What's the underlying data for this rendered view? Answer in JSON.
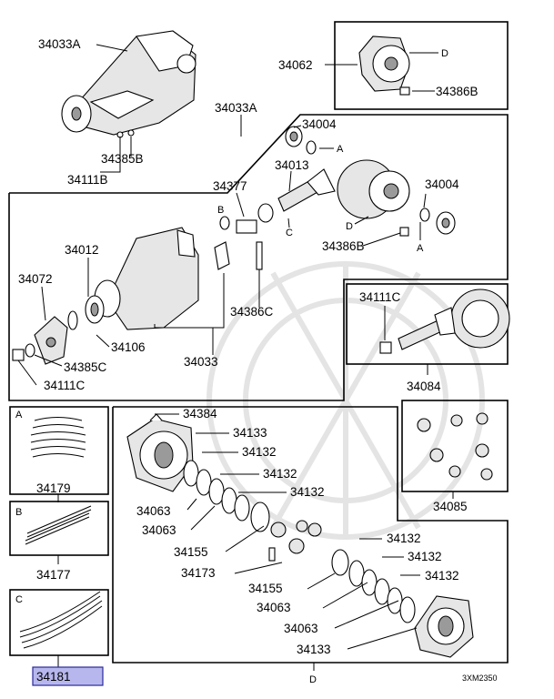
{
  "labels": {
    "carrier_top": "34033A",
    "cover": "34062",
    "bolt_cover": "34386B",
    "nut_top": "34385B",
    "plug_top": "34111B",
    "section_main": "34033A",
    "bearing_r": "34004",
    "bearing_r_ref": "A",
    "pinion": "34013",
    "seal_pin": "34377",
    "ref_b": "B",
    "ref_c": "C",
    "ref_d_main": "D",
    "ring_brg": "34004",
    "ref_a_lower": "A",
    "bolt_main": "34386B",
    "case_main": "34012",
    "oil_seal": "34072",
    "race": "34106",
    "bolt_case": "34386C",
    "carrier": "34033",
    "nut_case": "34385C",
    "plug_case": "34111C",
    "plug_gear": "34111C",
    "gear_set": "34084",
    "box_a": "A",
    "box_a_part": "34179",
    "box_b": "B",
    "box_b_part": "34177",
    "box_c": "C",
    "box_c_part": "34181",
    "ring_pin": "34384",
    "plate_1": "34133",
    "plate_2": "34132",
    "plate_3": "34132",
    "plate_4": "34132",
    "spring_1": "34063",
    "spring_2": "34063",
    "washer": "34155",
    "pinion_shaft": "34173",
    "washer_2": "34155",
    "spring_3": "34063",
    "spring_4": "34063",
    "plate_5": "34133",
    "plate_6": "34132",
    "plate_7": "34132",
    "plate_8": "34132",
    "gear_kit": "34085",
    "ref_d_bottom": "D",
    "diagram_code": "3XM2350"
  }
}
